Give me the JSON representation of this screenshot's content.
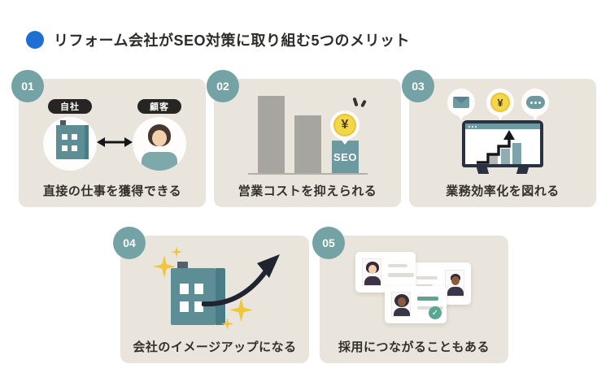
{
  "header": {
    "title": "リフォーム会社がSEO対策に取り組む5つのメリット"
  },
  "cards": [
    {
      "number": "01",
      "caption": "直接の仕事を獲得できる",
      "company_label": "自社",
      "customer_label": "顧客"
    },
    {
      "number": "02",
      "caption": "営業コストを抑えられる",
      "seo_label": "SEO",
      "coin_symbol": "¥"
    },
    {
      "number": "03",
      "caption": "業務効率化を図れる",
      "coin_symbol": "¥"
    },
    {
      "number": "04",
      "caption": "会社のイメージアップになる"
    },
    {
      "number": "05",
      "caption": "採用につながることもある"
    }
  ],
  "icons": {
    "check": "✓"
  },
  "colors": {
    "bullet_blue": "#1d70d2",
    "card_background": "#eae5dc",
    "badge_teal": "#75a2a5",
    "building_teal": "#5d8e96",
    "seo_bar_teal": "#6d9aa0",
    "bar_gray": "#a7a5a0",
    "coin_yellow": "#f3d64a",
    "sparkle_yellow": "#f0c63c",
    "monitor_navy": "#2a3140",
    "check_green": "#58a794",
    "label_pill_black": "#262523"
  }
}
